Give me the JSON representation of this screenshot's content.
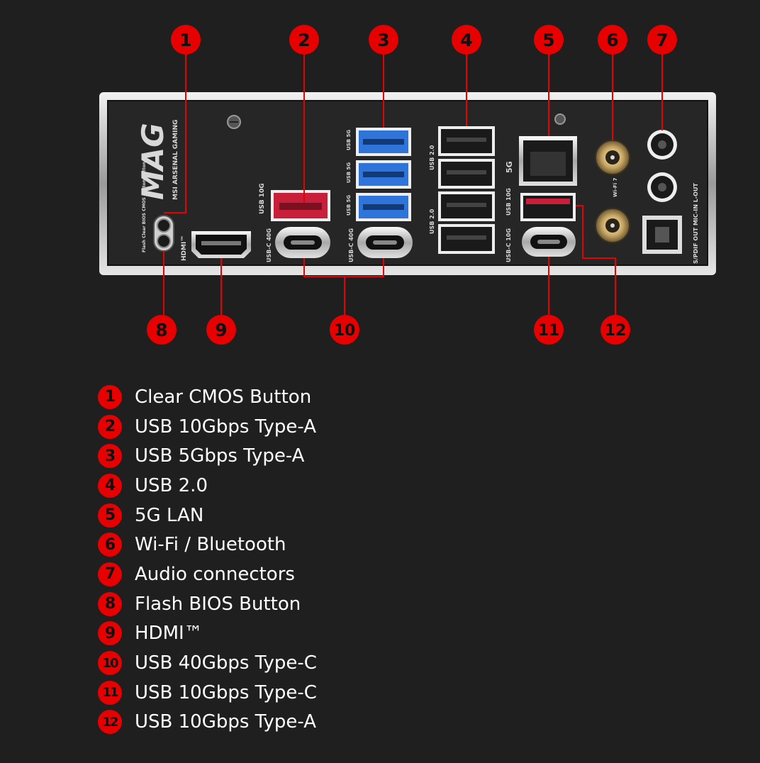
{
  "colors": {
    "background": "#1f1f1f",
    "callout": "#e60000",
    "panel": "#262626",
    "usb_blue": "#2f74d8",
    "usb_red": "#c8203a"
  },
  "panel": {
    "brand_logo": "MAG",
    "brand_subtitle": "MSI ARSENAL GAMING",
    "labels": {
      "flash_clear": "Flash Clear BIOS CMOS Button Button",
      "hdmi": "HDMI™",
      "usb_10g": "USB 10G",
      "usb_5g": "USB 5G",
      "usb_20": "USB 2.0",
      "usb_c_40g": "USB-C 40G",
      "lan_5g": "5G",
      "usb_c_10g": "USB-C 10G",
      "wifi": "Wi-Fi 7",
      "audio": "S/PDIF OUT MIC-IN L-OUT"
    }
  },
  "callouts": [
    {
      "num": "1",
      "label": "Clear CMOS Button"
    },
    {
      "num": "2",
      "label": "USB 10Gbps Type-A"
    },
    {
      "num": "3",
      "label": "USB 5Gbps Type-A"
    },
    {
      "num": "4",
      "label": "USB 2.0"
    },
    {
      "num": "5",
      "label": "5G LAN"
    },
    {
      "num": "6",
      "label": "Wi-Fi / Bluetooth"
    },
    {
      "num": "7",
      "label": "Audio connectors"
    },
    {
      "num": "8",
      "label": "Flash BIOS Button"
    },
    {
      "num": "9",
      "label": "HDMI™"
    },
    {
      "num": "10",
      "label": "USB 40Gbps Type-C"
    },
    {
      "num": "11",
      "label": "USB 10Gbps Type-C"
    },
    {
      "num": "12",
      "label": "USB 10Gbps Type-A"
    }
  ]
}
